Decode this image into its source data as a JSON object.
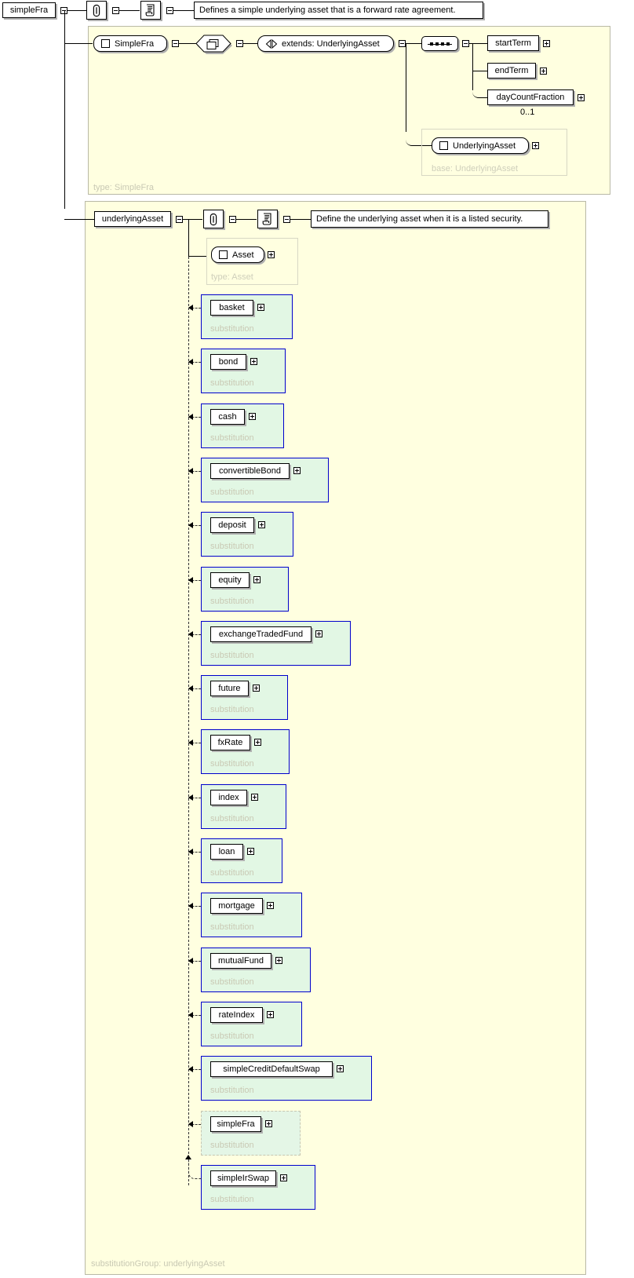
{
  "diagram": {
    "title": "simpleFra",
    "root": {
      "name": "simpleFra",
      "annotation_icon": "paperclip-icon",
      "documentation_icon": "documentation-icon",
      "documentation": "Defines a simple underlying asset that is a forward rate agreement."
    },
    "type_panel": {
      "footer_label": "type: SimpleFra",
      "type_ref": "SimpleFra",
      "complex_type_icon": "complextype-icon",
      "extension": "extends: UnderlyingAsset",
      "sequence_icon": "sequence-icon",
      "children": [
        {
          "name": "startTerm",
          "cardinality": ""
        },
        {
          "name": "endTerm",
          "cardinality": ""
        },
        {
          "name": "dayCountFraction",
          "cardinality": "0..1"
        }
      ],
      "base_box": {
        "name": "UnderlyingAsset",
        "footer_label": "base: UnderlyingAsset"
      }
    },
    "substitution_panel": {
      "head": {
        "name": "underlyingAsset",
        "annotation_icon": "paperclip-icon",
        "documentation_icon": "documentation-icon",
        "documentation": "Define the underlying asset when it is a listed security."
      },
      "type_box": {
        "name": "Asset",
        "footer_label": "type: Asset"
      },
      "footer_label": "substitutionGroup: underlyingAsset",
      "substitution_label": "substitution",
      "members": [
        {
          "name": "basket",
          "width": 55,
          "current": false
        },
        {
          "name": "bond",
          "width": 46,
          "current": false
        },
        {
          "name": "cash",
          "width": 44,
          "current": false
        },
        {
          "name": "convertibleBond",
          "width": 101,
          "current": false
        },
        {
          "name": "deposit",
          "width": 56,
          "current": false
        },
        {
          "name": "equity",
          "width": 50,
          "current": false
        },
        {
          "name": "exchangeTradedFund",
          "width": 129,
          "current": false
        },
        {
          "name": "future",
          "width": 49,
          "current": false
        },
        {
          "name": "fxRate",
          "width": 51,
          "current": false
        },
        {
          "name": "index",
          "width": 47,
          "current": false
        },
        {
          "name": "loan",
          "width": 42,
          "current": false
        },
        {
          "name": "mortgage",
          "width": 67,
          "current": false
        },
        {
          "name": "mutualFund",
          "width": 78,
          "current": false
        },
        {
          "name": "rateIndex",
          "width": 67,
          "current": false
        },
        {
          "name": "simpleCreditDefaultSwap",
          "width": 156,
          "current": false
        },
        {
          "name": "simpleFra",
          "width": 65,
          "current": true
        },
        {
          "name": "simpleIrSwap",
          "width": 84,
          "current": false
        }
      ]
    }
  },
  "colors": {
    "panel_background": "#ffffe0",
    "panel_border": "#b9b9a6",
    "substitution_fill": "#e2f7e4",
    "substitution_border": "#0000cc",
    "faint_label": "#c9c9b4",
    "page_background": "#ffffff"
  }
}
